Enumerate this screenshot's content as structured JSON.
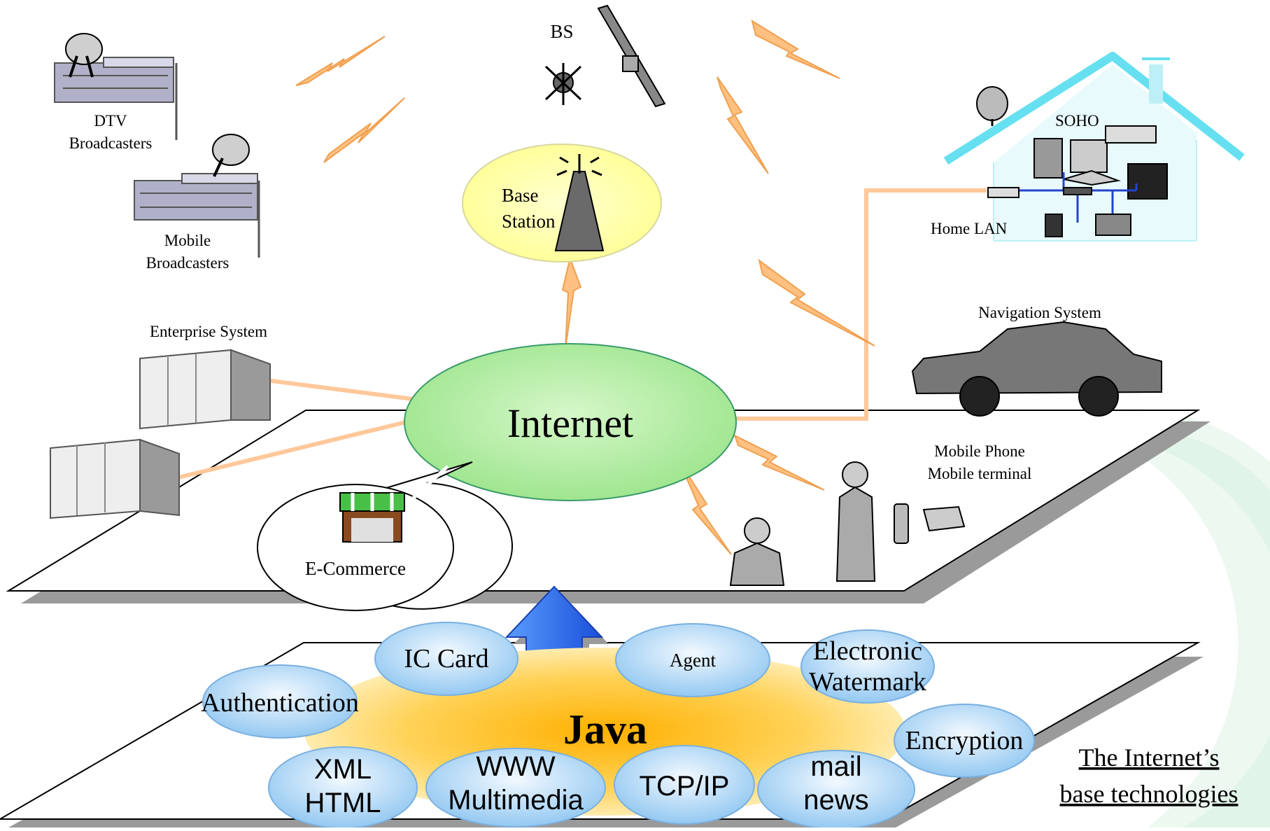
{
  "network": {
    "bs": "BS",
    "dtv": [
      "DTV",
      "Broadcasters"
    ],
    "mobile_broadcasters": [
      "Mobile",
      "Broadcasters"
    ],
    "base_station": [
      "Base",
      "Station"
    ],
    "soho": "SOHO",
    "home_lan": "Home LAN",
    "enterprise": "Enterprise System",
    "navigation": "Navigation System",
    "internet": "Internet",
    "mobile_terminal": [
      "Mobile Phone",
      "Mobile terminal"
    ],
    "ecommerce": "E-Commerce"
  },
  "technologies": {
    "core": "Java",
    "ic_card": "IC Card",
    "agent": "Agent",
    "watermark": [
      "Electronic",
      "Watermark"
    ],
    "authentication": "Authentication",
    "encryption": "Encryption",
    "xml": [
      "XML",
      "HTML"
    ],
    "www": [
      "WWW",
      "Multimedia"
    ],
    "tcpip": "TCP/IP",
    "mail": [
      "mail",
      "news"
    ]
  },
  "caption": [
    "The Internet’s",
    "base technologies"
  ],
  "colors": {
    "internet_fill": "#b8f0b0",
    "base_station_fill": "#ffff9c",
    "tech_bubble": "#a8d4f4",
    "java_glow": "#ffc830",
    "lightning": "#ffc080",
    "link_line": "#ffc89a",
    "house_outline": "#66e0f0",
    "up_arrow": "#2a6cf0"
  }
}
